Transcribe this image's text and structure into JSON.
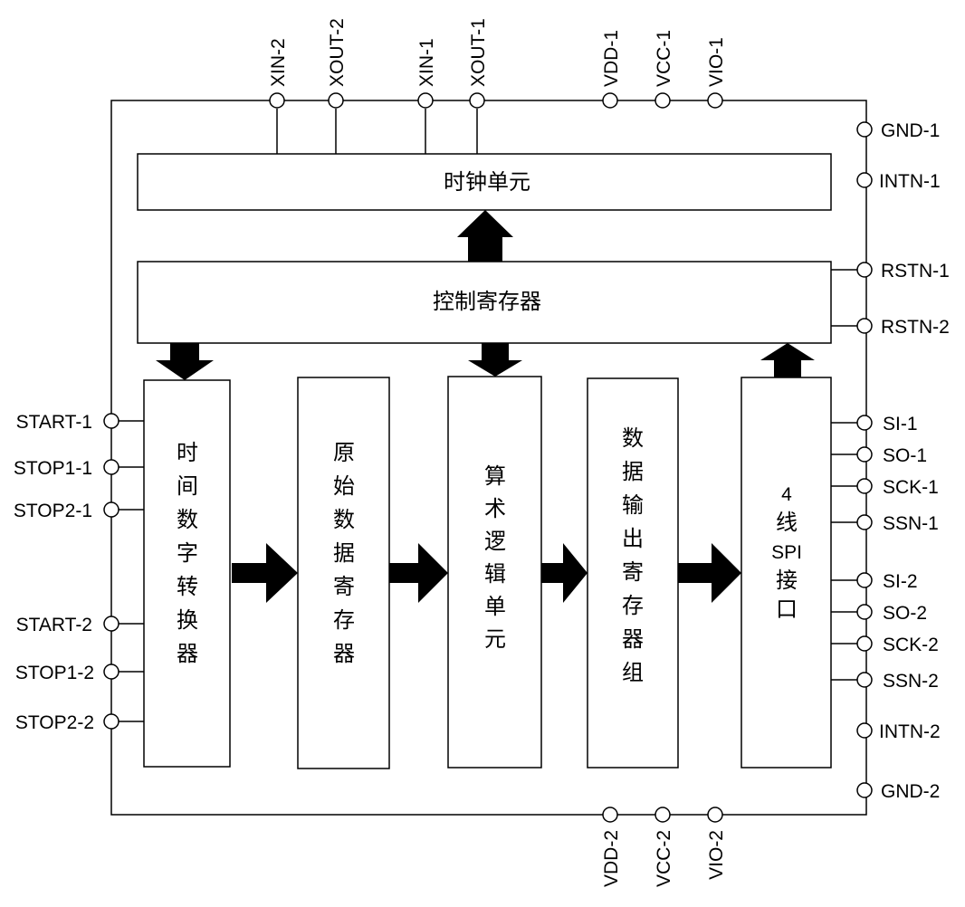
{
  "blocks": {
    "clock_unit": "时钟单元",
    "control_register": "控制寄存器",
    "tdc": [
      "时",
      "间",
      "数",
      "字",
      "转",
      "换",
      "器"
    ],
    "raw_data_register": [
      "原",
      "始",
      "数",
      "据",
      "寄",
      "存",
      "器"
    ],
    "alu": [
      "算",
      "术",
      "逻",
      "辑",
      "单",
      "元"
    ],
    "data_output_registers": [
      "数",
      "据",
      "输",
      "出",
      "寄",
      "存",
      "器",
      "组"
    ],
    "spi_interface": [
      "4",
      "线",
      "SPI",
      "接",
      "口"
    ]
  },
  "pins": {
    "top": [
      "XIN-2",
      "XOUT-2",
      "XIN-1",
      "XOUT-1",
      "VDD-1",
      "VCC-1",
      "VIO-1"
    ],
    "bottom": [
      "VDD-2",
      "VCC-2",
      "VIO-2"
    ],
    "left": [
      "START-1",
      "STOP1-1",
      "STOP2-1",
      "START-2",
      "STOP1-2",
      "STOP2-2"
    ],
    "right": [
      "GND-1",
      "INTN-1",
      "RSTN-1",
      "RSTN-2",
      "SI-1",
      "SO-1",
      "SCK-1",
      "SSN-1",
      "SI-2",
      "SO-2",
      "SCK-2",
      "SSN-2",
      "INTN-2",
      "GND-2"
    ]
  }
}
